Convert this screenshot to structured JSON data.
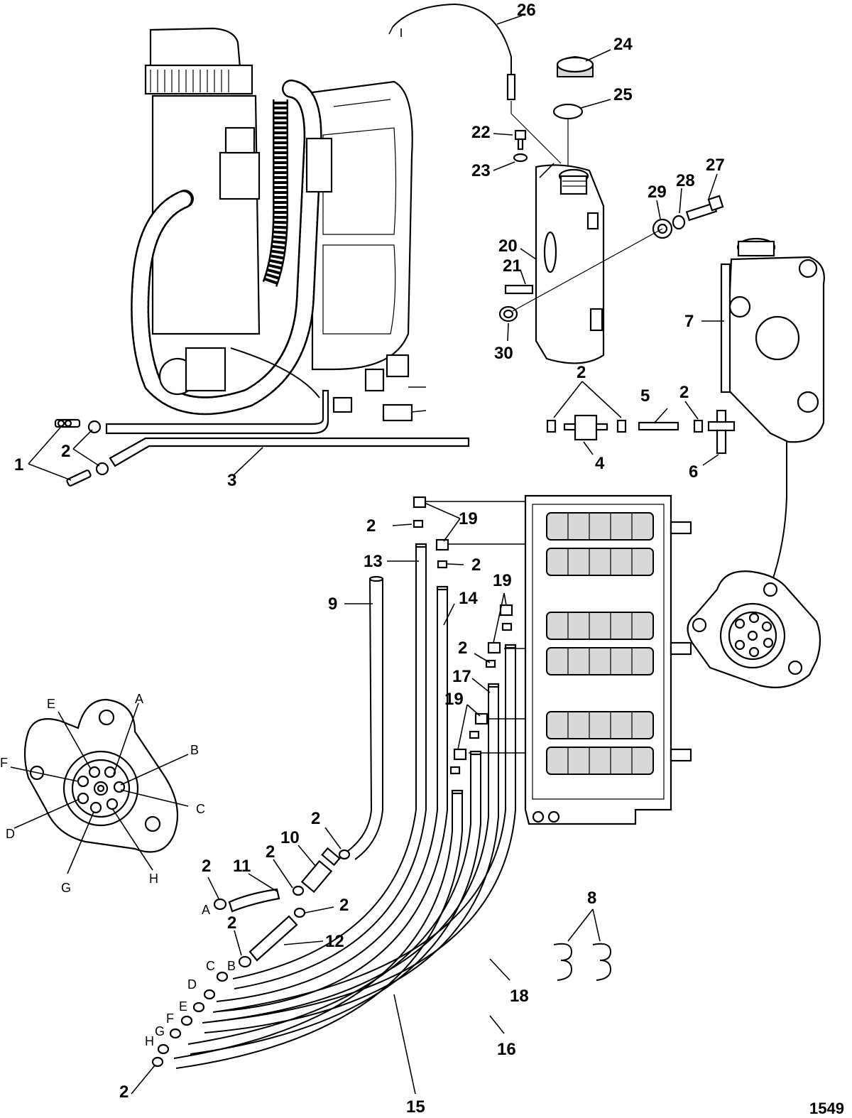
{
  "callouts": [
    {
      "id": "c1",
      "text": "1"
    },
    {
      "id": "c2a",
      "text": "2"
    },
    {
      "id": "c3",
      "text": "3"
    },
    {
      "id": "c26",
      "text": "26"
    },
    {
      "id": "c24",
      "text": "24"
    },
    {
      "id": "c25",
      "text": "25"
    },
    {
      "id": "c22",
      "text": "22"
    },
    {
      "id": "c23",
      "text": "23"
    },
    {
      "id": "c27",
      "text": "27"
    },
    {
      "id": "c29",
      "text": "29"
    },
    {
      "id": "c28",
      "text": "28"
    },
    {
      "id": "c20",
      "text": "20"
    },
    {
      "id": "c21",
      "text": "21"
    },
    {
      "id": "c30",
      "text": "30"
    },
    {
      "id": "c7",
      "text": "7"
    },
    {
      "id": "c2b",
      "text": "2"
    },
    {
      "id": "c5",
      "text": "5"
    },
    {
      "id": "c2c",
      "text": "2"
    },
    {
      "id": "c4",
      "text": "4"
    },
    {
      "id": "c6",
      "text": "6"
    },
    {
      "id": "c2d",
      "text": "2"
    },
    {
      "id": "c19a",
      "text": "19"
    },
    {
      "id": "c13",
      "text": "13"
    },
    {
      "id": "c2e",
      "text": "2"
    },
    {
      "id": "c9",
      "text": "9"
    },
    {
      "id": "c14",
      "text": "14"
    },
    {
      "id": "c19b",
      "text": "19"
    },
    {
      "id": "c2f",
      "text": "2"
    },
    {
      "id": "c17",
      "text": "17"
    },
    {
      "id": "c19c",
      "text": "19"
    },
    {
      "id": "c2g",
      "text": "2"
    },
    {
      "id": "c10",
      "text": "10"
    },
    {
      "id": "c2h",
      "text": "2"
    },
    {
      "id": "c11",
      "text": "11"
    },
    {
      "id": "c2i",
      "text": "2"
    },
    {
      "id": "c2j",
      "text": "2"
    },
    {
      "id": "c2k",
      "text": "2"
    },
    {
      "id": "c12",
      "text": "12"
    },
    {
      "id": "c8",
      "text": "8"
    },
    {
      "id": "c18",
      "text": "18"
    },
    {
      "id": "c16",
      "text": "16"
    },
    {
      "id": "c2l",
      "text": "2"
    },
    {
      "id": "c15",
      "text": "15"
    }
  ],
  "port_letters": {
    "detail": [
      "A",
      "B",
      "C",
      "D",
      "E",
      "F",
      "G",
      "H"
    ],
    "hose_ends": [
      "A",
      "B",
      "C",
      "D",
      "E",
      "F",
      "G",
      "H"
    ]
  },
  "figure_number": "1549"
}
